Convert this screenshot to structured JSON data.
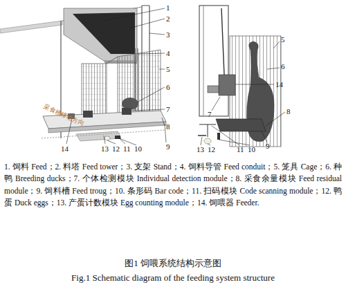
{
  "diagram": {
    "title": "图1 饲喂系统结构示意图",
    "caption": "Fig.1 Schematic diagram of the feeding system structure",
    "labels": [
      "1",
      "2",
      "3",
      "4",
      "5",
      "6",
      "7",
      "8",
      "9",
      "14",
      "13",
      "12",
      "11",
      "10",
      "5",
      "6",
      "14",
      "7",
      "8",
      "13",
      "12",
      "11",
      "10",
      "9",
      "采食槽移动方向",
      "1. 饲料 Feed；",
      "2. 料塔 Feed tower；",
      "3. 支架 Stand；",
      "4. 饲料导管 Feed conduit；",
      "5. 笼具 Cage；",
      "6. 种鸭 Breeding ducks；",
      "7. 个体检测模块 Individual detection module；",
      "8. 采食余量模块 Feed residual module；",
      "9. 饲料槽 Feed troug；",
      "10. 条形码 Bar code；",
      "11. 扫码模块 Code scanning module；",
      "12. 鸭蛋 Duck eggs；",
      "13. 产蛋计数模块 Egg counting module；",
      "14. 饲喂器 Feeder."
    ]
  }
}
